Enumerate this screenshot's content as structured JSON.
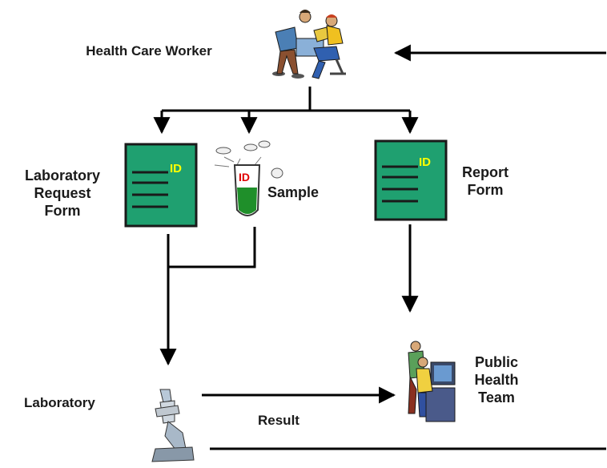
{
  "nodes": {
    "health_care_worker": "Health Care Worker",
    "lab_request_form": [
      "Laboratory",
      "Request",
      "Form"
    ],
    "sample": "Sample",
    "report_form": [
      "Report",
      "Form"
    ],
    "laboratory": "Laboratory",
    "public_health_team": [
      "Public",
      "Health",
      "Team"
    ]
  },
  "edges": {
    "result": "Result"
  },
  "form_badge": "ID",
  "colors": {
    "form_fill": "#1fa070",
    "form_border": "#1a1a1a",
    "badge": "#ffff00",
    "sample_liquid": "#1f8f2a",
    "sample_badge": "#e00000"
  }
}
